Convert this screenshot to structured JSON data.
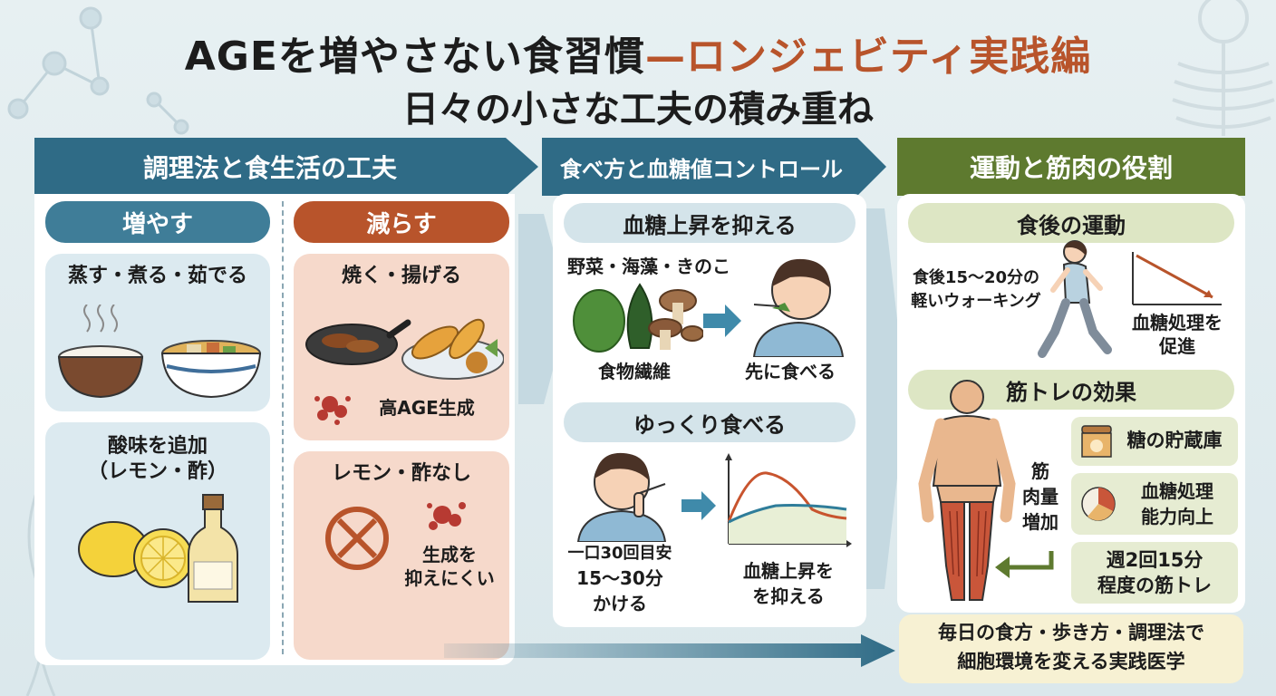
{
  "header": {
    "title_main": "AGEを増やさない食習慣",
    "title_accent": "—ロンジェビティ実践編",
    "subtitle": "日々の小さな工夫の積み重ね"
  },
  "columns": {
    "cooking": {
      "banner": "調理法と食生活の工夫",
      "increase": {
        "label": "増やす",
        "card1_title": "蒸す・煮る・茹でる",
        "card2_title_line1": "酸味を追加",
        "card2_title_line2": "（レモン・酢）"
      },
      "decrease": {
        "label": "減らす",
        "card1_title": "焼く・揚げる",
        "card1_caption": "高AGE生成",
        "card2_title": "レモン・酢なし",
        "card2_caption_line1": "生成を",
        "card2_caption_line2": "抑えにくい"
      }
    },
    "eating": {
      "banner": "食べ方と血糖値コントロール",
      "section1": {
        "label": "血糖上昇を抑える",
        "food_label": "野菜・海藻・きのこ",
        "fiber_label": "食物繊維",
        "eat_first_label": "先に食べる"
      },
      "section2": {
        "label": "ゆっくり食べる",
        "chew_line1": "一口30回目安",
        "chew_line2": "15〜30分",
        "chew_line3": "かける",
        "chart_caption_line1": "血糖上昇を",
        "chart_caption_line2": "を抑える"
      }
    },
    "exercise": {
      "banner": "運動と筋肉の役割",
      "section1": {
        "label": "食後の運動",
        "walk_line1": "食後15〜20分の",
        "walk_line2": "軽いウォーキング",
        "effect_line1": "血糖処理を",
        "effect_line2": "促進"
      },
      "section2": {
        "label": "筋トレの効果",
        "muscle_line1": "筋",
        "muscle_line2": "肉量",
        "muscle_line3": "増加",
        "benefit1": "糖の貯蔵庫",
        "benefit2_line1": "血糖処理",
        "benefit2_line2": "能力向上",
        "benefit3_line1": "週2回15分",
        "benefit3_line2": "程度の筋トレ"
      }
    }
  },
  "footer": {
    "line1": "毎日の食方・歩き方・調理法で",
    "line2": "細胞環境を変える実践医学"
  },
  "icons": {
    "steam": "steaming-rice-bowl-icon",
    "stew": "stew-bowl-icon",
    "fry": "frying-pan-icon",
    "tempura": "tempura-plate-icon",
    "lemon": "lemon-icon",
    "vinegar": "vinegar-bottle-icon",
    "no": "prohibition-icon",
    "vegetables": "vegetables-icon",
    "walker": "walking-person-icon",
    "muscle": "muscle-body-icon"
  },
  "colors": {
    "teal_banner": "#2f6b86",
    "teal_pill": "#3f7d98",
    "rust_pill": "#b8542b",
    "olive_banner": "#5e7a2f",
    "olive_pill": "#dde6c4",
    "increase_card": "#dceaf0",
    "decrease_card": "#f6d9cb",
    "benefit_card": "#e6ecd2",
    "footer_bg": "#f7f1d3"
  }
}
